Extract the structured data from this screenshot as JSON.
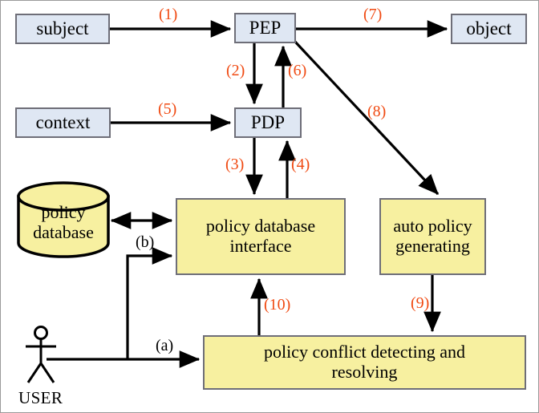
{
  "diagram": {
    "title": "policy enforcement architecture flow diagram",
    "colors": {
      "box_blue": "#dfe7f3",
      "box_yellow": "#f7f0a0",
      "box_border": "#6e6e78",
      "label_orange": "#f04a12",
      "label_black": "#000000",
      "arrow": "#000000",
      "background": "#ffffff",
      "frame": "#9a9a9a"
    },
    "nodes": [
      {
        "id": "subject",
        "label": "subject",
        "shape": "rect",
        "style": "blue"
      },
      {
        "id": "pep",
        "label": "PEP",
        "shape": "rect",
        "style": "blue"
      },
      {
        "id": "object",
        "label": "object",
        "shape": "rect",
        "style": "blue"
      },
      {
        "id": "context",
        "label": "context",
        "shape": "rect",
        "style": "blue"
      },
      {
        "id": "pdp",
        "label": "PDP",
        "shape": "rect",
        "style": "blue"
      },
      {
        "id": "policy-database",
        "label": "policy\ndatabase",
        "line1": "policy",
        "line2": "database",
        "shape": "cylinder",
        "style": "yellow"
      },
      {
        "id": "policy-database-interface",
        "line1": "policy database",
        "line2": "interface",
        "shape": "rect",
        "style": "yellow"
      },
      {
        "id": "auto-policy-generating",
        "line1": "auto policy",
        "line2": "generating",
        "shape": "rect",
        "style": "yellow"
      },
      {
        "id": "policy-conflict-detecting-and-resolving",
        "line1": "policy conflict detecting and",
        "line2": "resolving",
        "shape": "rect",
        "style": "yellow"
      },
      {
        "id": "user",
        "label": "USER",
        "shape": "actor",
        "style": "stick-figure"
      }
    ],
    "edges": [
      {
        "id": "e1",
        "label": "(1)",
        "from": "subject",
        "to": "pep",
        "color": "orange"
      },
      {
        "id": "e2",
        "label": "(2)",
        "from": "pep",
        "to": "pdp",
        "color": "orange"
      },
      {
        "id": "e3",
        "label": "(3)",
        "from": "pdp",
        "to": "policy-database-interface",
        "color": "orange"
      },
      {
        "id": "e4",
        "label": "(4)",
        "from": "policy-database-interface",
        "to": "pdp",
        "color": "orange"
      },
      {
        "id": "e5",
        "label": "(5)",
        "from": "context",
        "to": "pdp",
        "color": "orange"
      },
      {
        "id": "e6",
        "label": "(6)",
        "from": "pdp",
        "to": "pep",
        "color": "orange"
      },
      {
        "id": "e7",
        "label": "(7)",
        "from": "pep",
        "to": "object",
        "color": "orange"
      },
      {
        "id": "e8",
        "label": "(8)",
        "from": "pep",
        "to": "auto-policy-generating",
        "color": "orange"
      },
      {
        "id": "e9",
        "label": "(9)",
        "from": "auto-policy-generating",
        "to": "policy-conflict-detecting-and-resolving",
        "color": "orange"
      },
      {
        "id": "e10",
        "label": "(10)",
        "from": "policy-conflict-detecting-and-resolving",
        "to": "policy-database-interface",
        "color": "orange"
      },
      {
        "id": "ea",
        "label": "(a)",
        "from": "user",
        "to": "policy-conflict-detecting-and-resolving",
        "color": "black"
      },
      {
        "id": "eb",
        "label": "(b)",
        "from": "user",
        "to": "policy-database-interface",
        "color": "black"
      },
      {
        "id": "edb",
        "label": "",
        "from": "policy-database",
        "to": "policy-database-interface",
        "color": "black",
        "bidirectional": true
      }
    ]
  }
}
